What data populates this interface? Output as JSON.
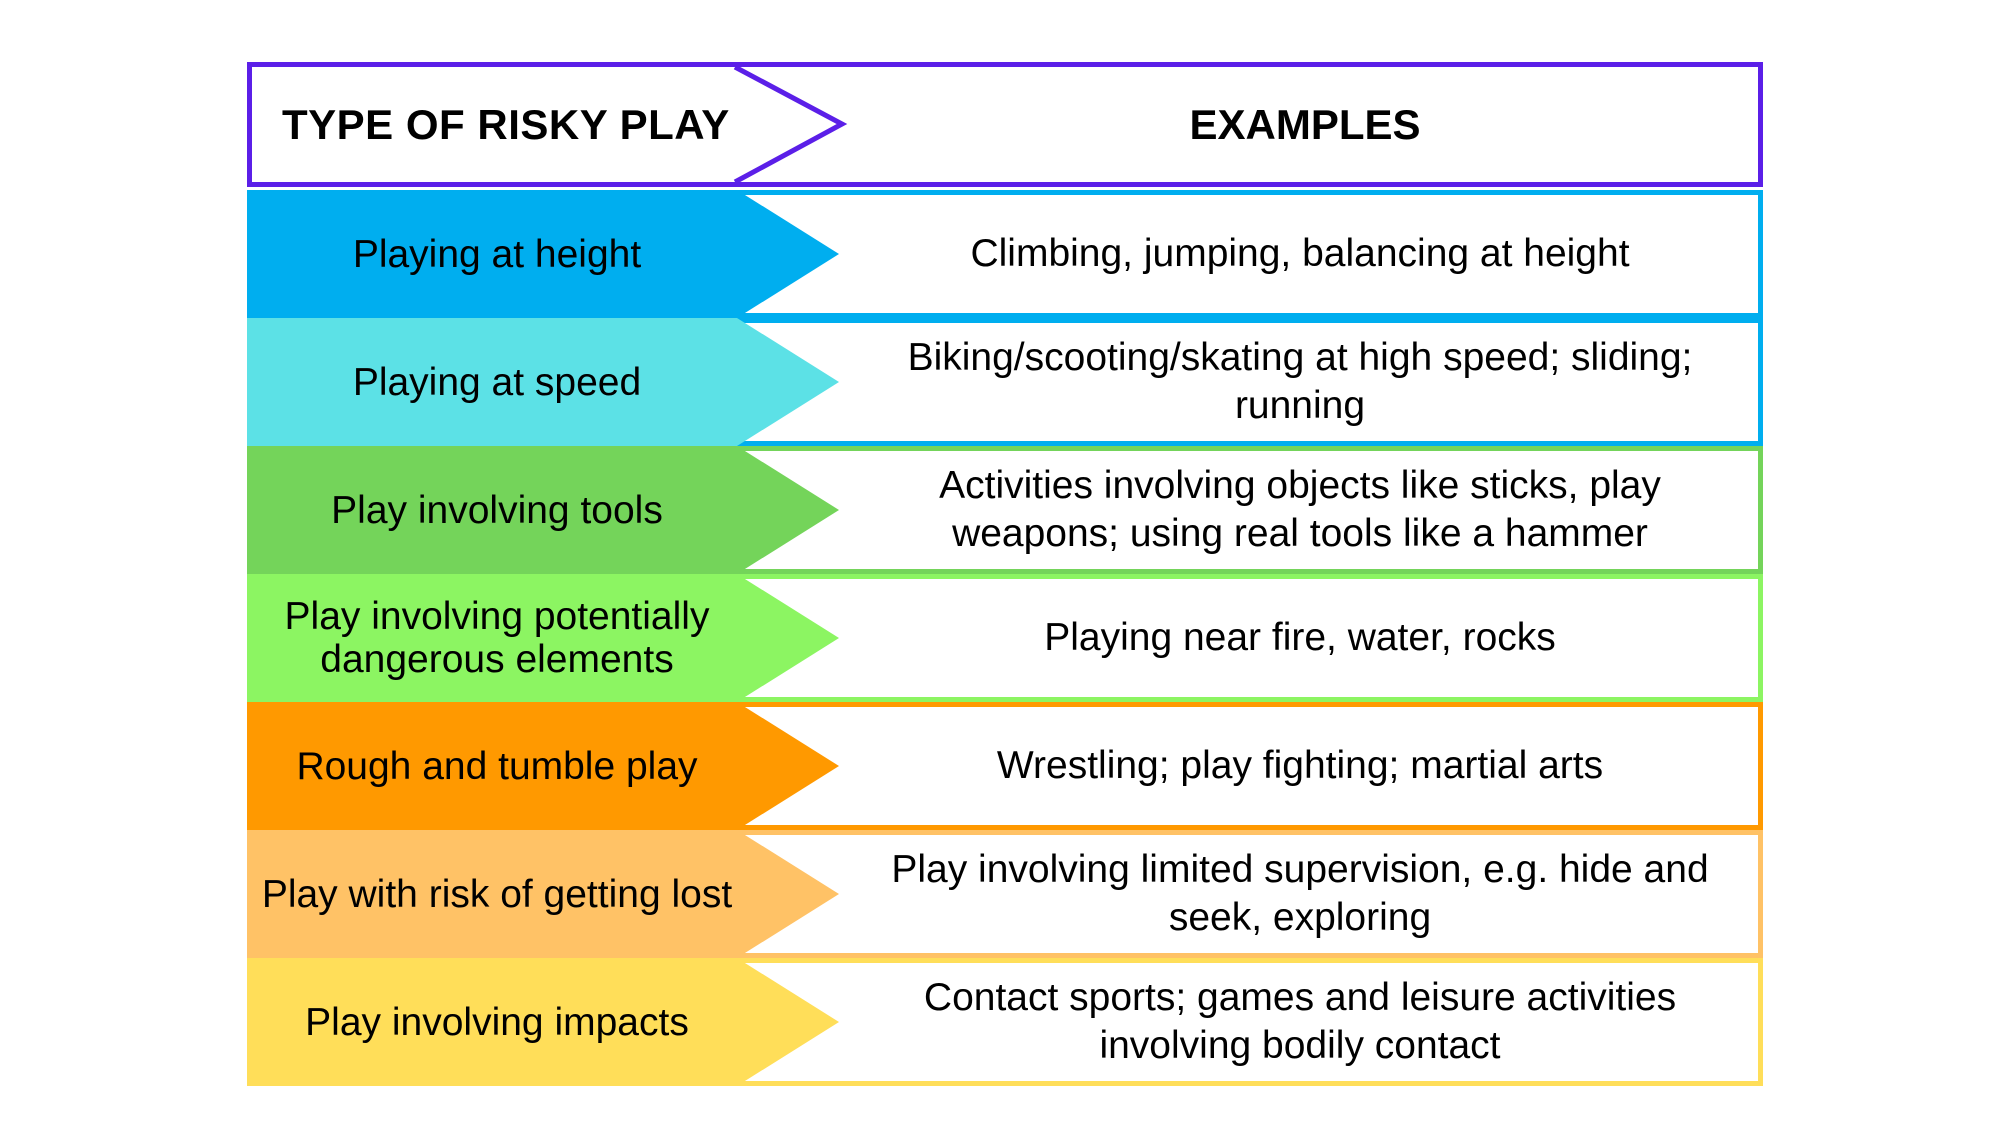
{
  "header": {
    "type_label": "TYPE OF RISKY PLAY",
    "examples_label": "EXAMPLES",
    "color": "#5B1FE8"
  },
  "rows": [
    {
      "type": "Playing at height",
      "examples": "Climbing, jumping, balancing at height",
      "color": "#00AEEF",
      "border": "#00AEEF"
    },
    {
      "type": "Playing at speed",
      "examples": "Biking/scooting/skating at high speed; sliding; running",
      "color": "#5CE1E6",
      "border": "#00AEEF"
    },
    {
      "type": "Play involving tools",
      "examples": "Activities involving objects like sticks, play weapons; using real tools like a hammer",
      "color": "#74D45A",
      "border": "#74D45A"
    },
    {
      "type": "Play involving potentially dangerous elements",
      "examples": "Playing near fire, water, rocks",
      "color": "#8CF562",
      "border": "#8CF562"
    },
    {
      "type": "Rough and tumble play",
      "examples": "Wrestling; play fighting; martial arts",
      "color": "#FF9900",
      "border": "#FF9900"
    },
    {
      "type": "Play with risk of getting lost",
      "examples": "Play involving limited supervision, e.g. hide and seek, exploring",
      "color": "#FFC266",
      "border": "#FFC266"
    },
    {
      "type": "Play involving impacts",
      "examples": "Contact sports; games and leisure activities involving bodily contact",
      "color": "#FFDE59",
      "border": "#FFDE59"
    }
  ]
}
